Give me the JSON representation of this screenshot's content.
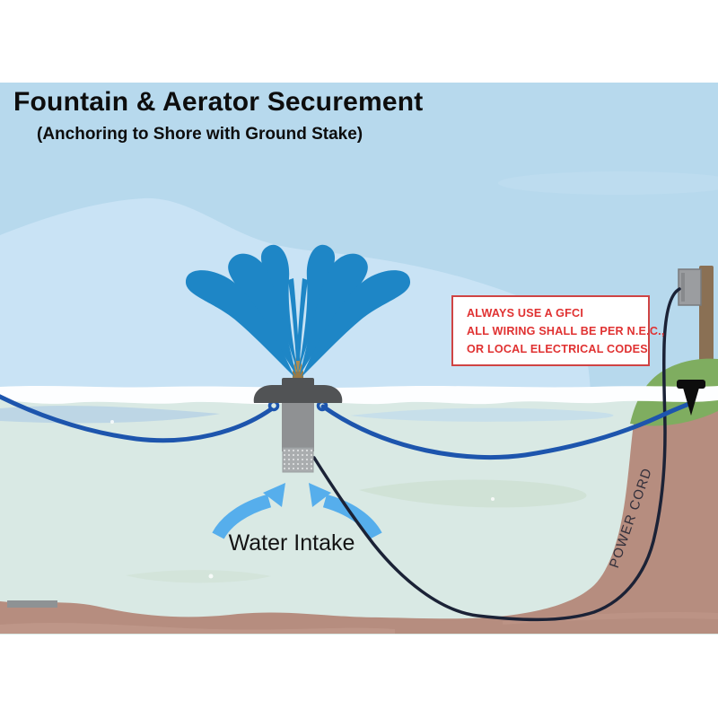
{
  "header": {
    "title": "Fountain & Aerator Securement",
    "subtitle": "(Anchoring to Shore with Ground Stake)"
  },
  "warning_sign": {
    "lines": [
      "ALWAYS USE A GFCI",
      "ALL WIRING SHALL BE PER N.E.C.,",
      "OR LOCAL ELECTRICAL CODES"
    ],
    "text_color": "#e03131",
    "border_color": "#cf4444",
    "background": "#ffffff"
  },
  "labels": {
    "water_intake": "Water Intake",
    "power_cord": "POWER CORD"
  },
  "colors": {
    "page_bg": "#ffffff",
    "sky": "#b7d9ed",
    "mountain": "#c9e3f5",
    "cloud": "#c2def1",
    "foam": "#fdfeff",
    "water": "#d9e9e4",
    "wave_streak_left": "#b9d4e4",
    "wave_streak_right": "#c6deea",
    "algae_patch": "#cde0d2",
    "ground": "#b68d7f",
    "ground_light": "#c29a8c",
    "grass": "#7fad60",
    "pole": "#8a7054",
    "box": "#9b9da0",
    "box_edge": "#787a7d",
    "stake": "#0d0d0d",
    "rope": "#1d55ad",
    "cord": "#1b2236",
    "spray": "#1e86c6",
    "arrow": "#56aeec",
    "collar": "#515355",
    "body": "#8f9193",
    "screen": "#aaadaf",
    "screen_dots": "#d8dadb",
    "nozzle": "#b08c4f",
    "nozzle_base": "#9a7a45",
    "slab": "#8e9294",
    "title_text": "#0d0d0d"
  }
}
